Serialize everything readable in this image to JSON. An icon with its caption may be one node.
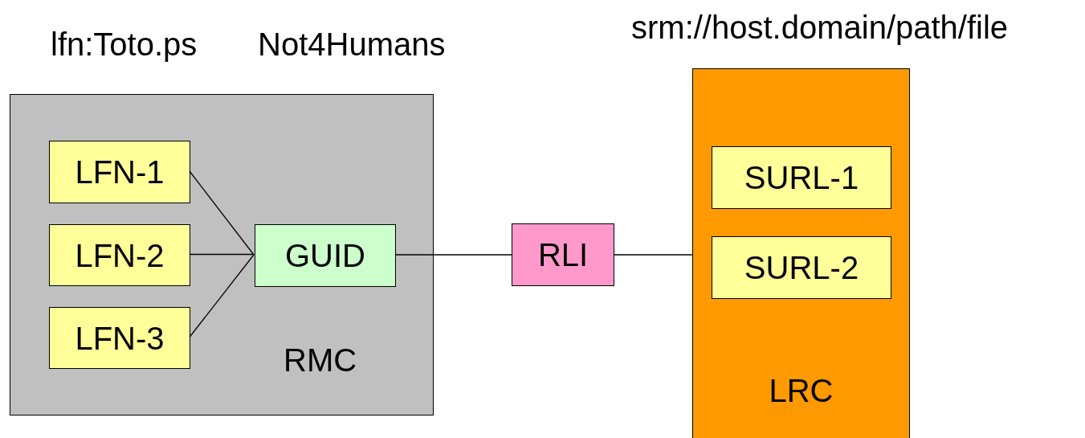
{
  "diagram": {
    "nodes": [
      {
        "text": [
          "RMC"
        ],
        "beside": [
          "lfn:Toto.ps",
          "Not4Humans"
        ]
      },
      {
        "text": [
          "LFN-1"
        ],
        "in": 0
      },
      {
        "text": [
          "LFN-2"
        ],
        "in": 0
      },
      {
        "text": [
          "LFN-3"
        ],
        "in": 0
      },
      {
        "text": [
          "GUID"
        ],
        "in": 0
      },
      {
        "text": [
          "RLI"
        ]
      },
      {
        "text": [
          "LRC"
        ],
        "beside": [
          "srm://host.domain/path/file"
        ]
      },
      {
        "text": [
          "SURL-1"
        ],
        "in": 6
      },
      {
        "text": [
          "SURL-2"
        ],
        "in": 6
      }
    ],
    "edges": [
      {
        "from": 1,
        "to": 4,
        "arrow": "none"
      },
      {
        "from": 2,
        "to": 4,
        "arrow": "none"
      },
      {
        "from": 3,
        "to": 4,
        "arrow": "none"
      },
      {
        "from": 4,
        "to": 5,
        "arrow": "none"
      },
      {
        "from": 5,
        "to": 6,
        "arrow": "none"
      }
    ]
  }
}
